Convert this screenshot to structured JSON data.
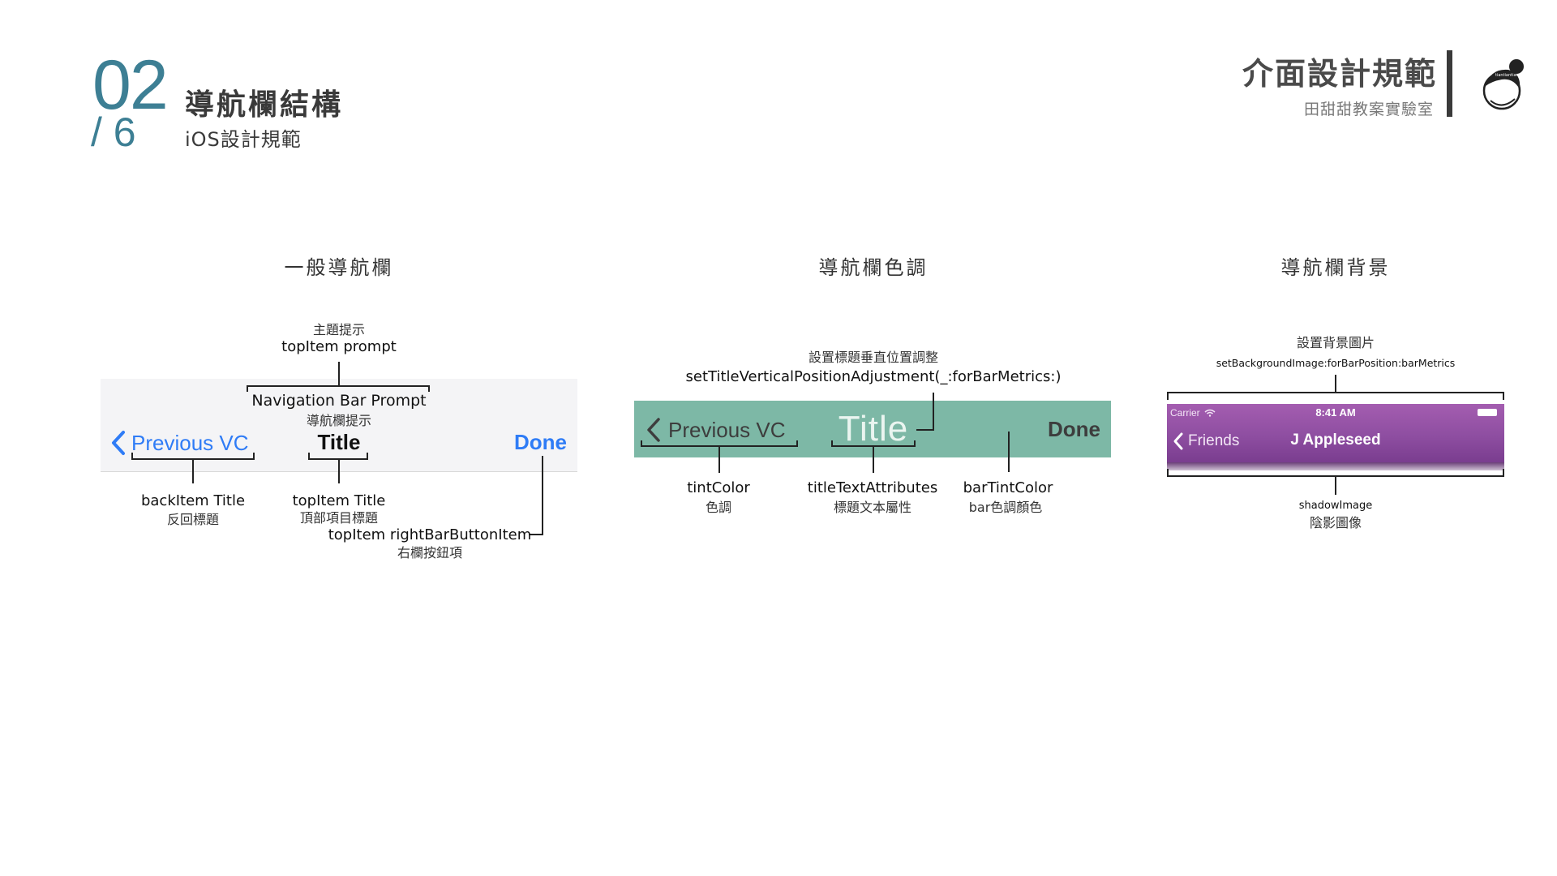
{
  "header": {
    "slide_number": "02",
    "slide_total": "/ 6",
    "title": "導航欄結構",
    "subtitle": "iOS設計規範",
    "brand_title": "介面設計規範",
    "brand_subtitle": "田甜甜教案實驗室",
    "logo_text": "tiantiantian"
  },
  "col1": {
    "title": "一般導航欄",
    "prompt_cn": "主題提示",
    "prompt_en": "topItem prompt",
    "bar": {
      "prompt": "Navigation Bar Prompt",
      "prompt_cn": "導航欄提示",
      "back": "Previous VC",
      "title": "Title",
      "done": "Done"
    },
    "back_en": "backItem Title",
    "back_cn": "反回標題",
    "top_en": "topItem Title",
    "top_cn": "頂部項目標題",
    "right_en": "topItem rightBarButtonItem",
    "right_cn": "右欄按鈕項"
  },
  "col2": {
    "title": "導航欄色調",
    "vertical_cn": "設置標題垂直位置調整",
    "vertical_en": "setTitleVerticalPositionAdjustment(_:forBarMetrics:)",
    "bar": {
      "back": "Previous VC",
      "title": "Title",
      "done": "Done"
    },
    "tint_en": "tintColor",
    "tint_cn": "色調",
    "title_en": "titleTextAttributes",
    "title_cn": "標題文本屬性",
    "bartint_en": "barTintColor",
    "bartint_cn": "bar色調顏色"
  },
  "col3": {
    "title": "導航欄背景",
    "bg_cn": "設置背景圖片",
    "bg_en": "setBackgroundImage:forBarPosition:barMetrics",
    "bar": {
      "carrier": "Carrier",
      "time": "8:41 AM",
      "back": "Friends",
      "title": "J Appleseed"
    },
    "shadow_en": "shadowImage",
    "shadow_cn": "陰影圖像"
  },
  "colors": {
    "accent": "#3d7f94",
    "ios_blue": "#2f7cf6",
    "green_bar": "#7db8a6",
    "purple_bar": "#9b55ac"
  }
}
